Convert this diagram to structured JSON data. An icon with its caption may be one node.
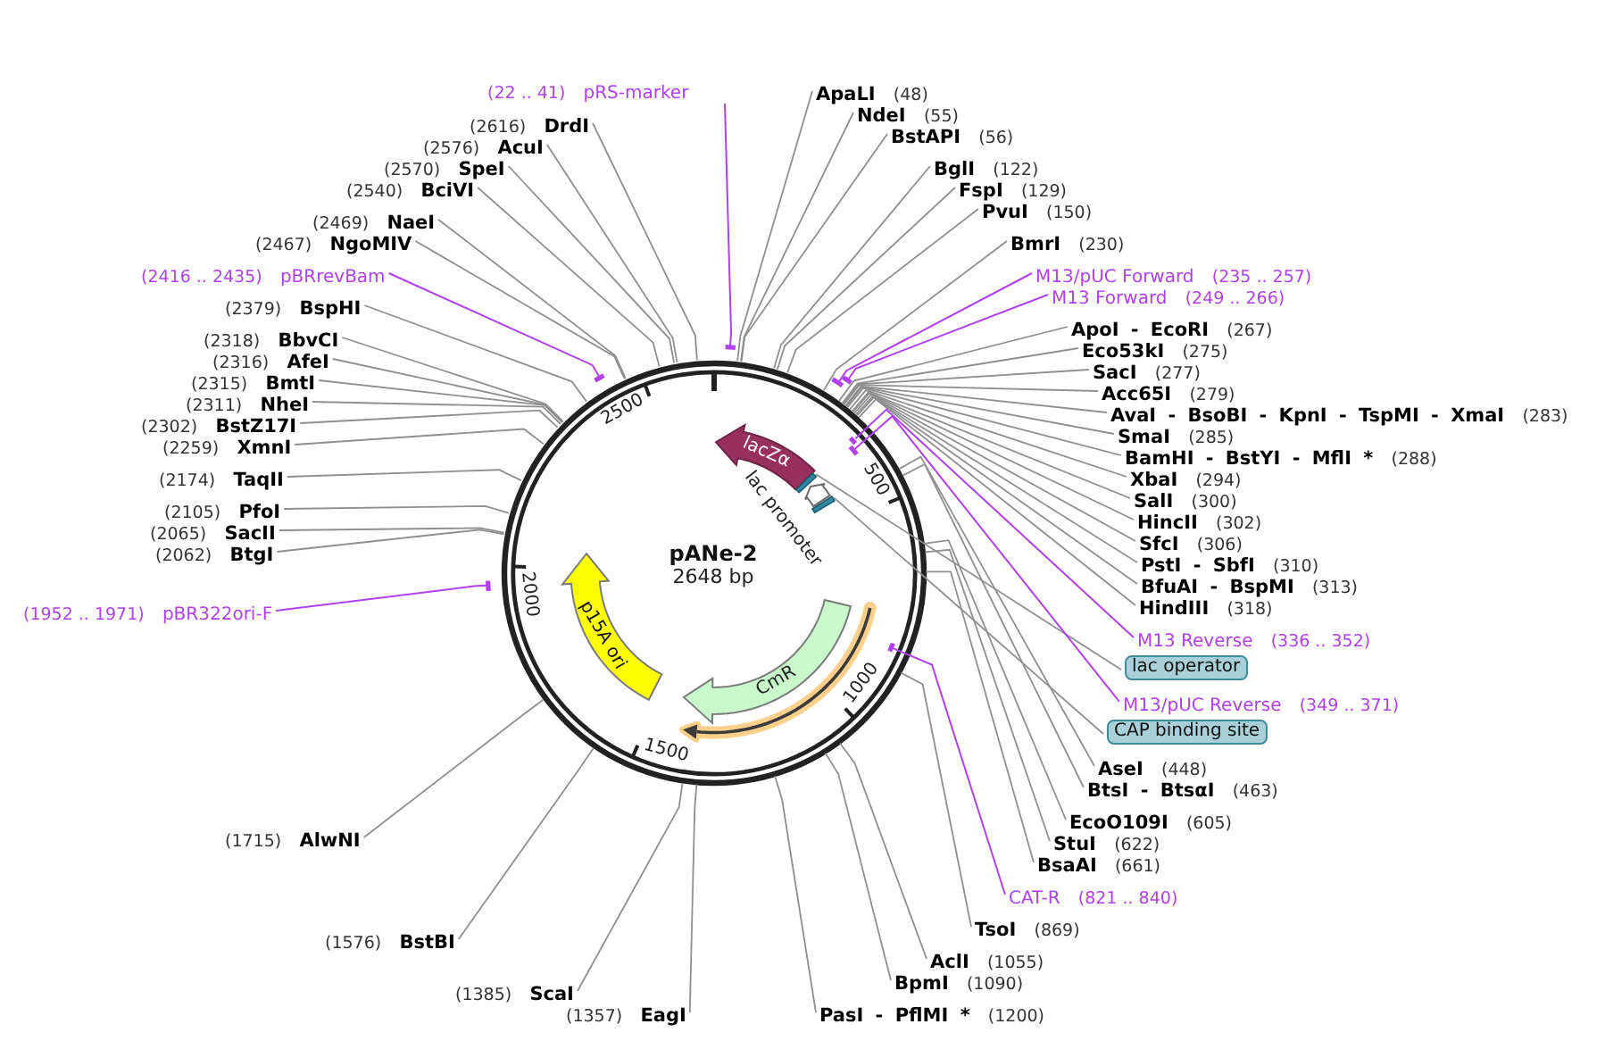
{
  "diagram": {
    "nodes": [
      {
        "text": [
          "pANe-2",
          "2648 bp"
        ]
      },
      {
        "text": [
          "lacZα"
        ],
        "in": 0
      },
      {
        "text": [],
        "shape": "arrow",
        "beside": [
          "lac promoter"
        ],
        "in": 0
      },
      {
        "text": [],
        "shape": "box",
        "in": 0
      },
      {
        "text": [],
        "shape": "box",
        "in": 0
      },
      {
        "text": [
          "CmR"
        ],
        "in": 0
      },
      {
        "text": [],
        "shape": "arrow",
        "in": 0
      },
      {
        "text": [
          "p15A ori"
        ],
        "in": 0
      },
      {
        "text": [
          "(22 .. 41)",
          "pRS-marker"
        ]
      },
      {
        "text": [],
        "shape": "bar"
      },
      {
        "text": [
          "ApaLI",
          "(48)"
        ]
      },
      {
        "text": [
          "NdeI",
          "(55)"
        ]
      },
      {
        "text": [
          "BstAPI",
          "(56)"
        ]
      },
      {
        "text": [
          "BglI",
          "(122)"
        ]
      },
      {
        "text": [
          "FspI",
          "(129)"
        ]
      },
      {
        "text": [
          "PvuI",
          "(150)"
        ]
      },
      {
        "text": [
          "BmrI",
          "(230)"
        ]
      },
      {
        "text": [
          "M13/pUC Forward",
          "(235 .. 257)"
        ]
      },
      {
        "text": [],
        "shape": "bar"
      },
      {
        "text": [
          "M13 Forward",
          "(249 .. 266)"
        ]
      },
      {
        "text": [],
        "shape": "bar"
      },
      {
        "text": [
          "ApoI - EcoRI",
          "(267)"
        ]
      },
      {
        "text": [
          "Eco53kI",
          "(275)"
        ]
      },
      {
        "text": [
          "SacI",
          "(277)"
        ]
      },
      {
        "text": [
          "Acc65I",
          "(279)"
        ]
      },
      {
        "text": [
          "AvaI - BsoBI - KpnI - TspMI - XmaI",
          "(283)"
        ]
      },
      {
        "text": [
          "SmaI",
          "(285)"
        ]
      },
      {
        "text": [
          "BamHI - BstYI - MflI *",
          "(288)"
        ]
      },
      {
        "text": [
          "XbaI",
          "(294)"
        ]
      },
      {
        "text": [
          "SalI",
          "(300)"
        ]
      },
      {
        "text": [
          "HincII",
          "(302)"
        ]
      },
      {
        "text": [
          "SfcI",
          "(306)"
        ]
      },
      {
        "text": [
          "PstI - SbfI",
          "(310)"
        ]
      },
      {
        "text": [
          "BfuAI - BspMI",
          "(313)"
        ]
      },
      {
        "text": [
          "HindIII",
          "(318)"
        ]
      },
      {
        "text": [
          "M13 Reverse",
          "(336 .. 352)"
        ]
      },
      {
        "text": [],
        "shape": "bar",
        "in": 0
      },
      {
        "text": [
          "lac operator"
        ]
      },
      {
        "text": [
          "M13/pUC Reverse",
          "(349 .. 371)"
        ]
      },
      {
        "text": [],
        "shape": "bar",
        "in": 0
      },
      {
        "text": [
          "CAP binding site"
        ]
      },
      {
        "text": [
          "AseI",
          "(448)"
        ]
      },
      {
        "text": [
          "BtsI - BtsαI",
          "(463)"
        ]
      },
      {
        "text": [
          "EcoO109I",
          "(605)"
        ]
      },
      {
        "text": [
          "StuI",
          "(622)"
        ]
      },
      {
        "text": [
          "BsaAI",
          "(661)"
        ]
      },
      {
        "text": [
          "CAT-R",
          "(821 .. 840)"
        ]
      },
      {
        "text": [],
        "shape": "bar",
        "in": 0
      },
      {
        "text": [
          "TsoI",
          "(869)"
        ]
      },
      {
        "text": [
          "AclI",
          "(1055)"
        ]
      },
      {
        "text": [
          "BpmI",
          "(1090)"
        ]
      },
      {
        "text": [
          "PasI - PflMI *",
          "(1200)"
        ]
      },
      {
        "text": [
          "(1357)",
          "EagI"
        ]
      },
      {
        "text": [
          "(1385)",
          "ScaI"
        ]
      },
      {
        "text": [
          "(1576)",
          "BstBI"
        ]
      },
      {
        "text": [
          "(1715)",
          "AlwNI"
        ]
      },
      {
        "text": [
          "(1952 .. 1971)",
          "pBR322ori-F"
        ]
      },
      {
        "text": [],
        "shape": "bar"
      },
      {
        "text": [
          "(2062)",
          "BtgI"
        ]
      },
      {
        "text": [
          "(2065)",
          "SacII"
        ]
      },
      {
        "text": [
          "(2105)",
          "PfoI"
        ]
      },
      {
        "text": [
          "(2174)",
          "TaqII"
        ]
      },
      {
        "text": [
          "(2259)",
          "XmnI"
        ]
      },
      {
        "text": [
          "(2302)",
          "BstZ17I"
        ]
      },
      {
        "text": [
          "(2311)",
          "NheI"
        ]
      },
      {
        "text": [
          "(2315)",
          "BmtI"
        ]
      },
      {
        "text": [
          "(2316)",
          "AfeI"
        ]
      },
      {
        "text": [
          "(2318)",
          "BbvCI"
        ]
      },
      {
        "text": [
          "(2379)",
          "BspHI"
        ]
      },
      {
        "text": [
          "(2416 .. 2435)",
          "pBRrevBam"
        ]
      },
      {
        "text": [],
        "shape": "bar"
      },
      {
        "text": [
          "(2467)",
          "NgoMIV"
        ]
      },
      {
        "text": [
          "(2469)",
          "NaeI"
        ]
      },
      {
        "text": [
          "(2540)",
          "BciVI"
        ]
      },
      {
        "text": [
          "(2570)",
          "SpeI"
        ]
      },
      {
        "text": [
          "(2576)",
          "AcuI"
        ]
      },
      {
        "text": [
          "(2616)",
          "DrdI"
        ]
      }
    ],
    "edges": [
      {
        "from": 8,
        "to": 9,
        "arrow": "none",
        "color": "#b040f0"
      },
      {
        "from": 10,
        "to": 0,
        "arrow": "none"
      },
      {
        "from": 11,
        "to": 0,
        "arrow": "none"
      },
      {
        "from": 12,
        "to": 0,
        "arrow": "none"
      },
      {
        "from": 13,
        "to": 0,
        "arrow": "none"
      },
      {
        "from": 14,
        "to": 0,
        "arrow": "none"
      },
      {
        "from": 15,
        "to": 0,
        "arrow": "none"
      },
      {
        "from": 16,
        "to": 0,
        "arrow": "none"
      },
      {
        "from": 17,
        "to": 18,
        "arrow": "none",
        "color": "#b040f0"
      },
      {
        "from": 19,
        "to": 20,
        "arrow": "none",
        "color": "#b040f0"
      },
      {
        "from": 21,
        "to": 0,
        "arrow": "none"
      },
      {
        "from": 22,
        "to": 0,
        "arrow": "none"
      },
      {
        "from": 23,
        "to": 0,
        "arrow": "none"
      },
      {
        "from": 24,
        "to": 0,
        "arrow": "none"
      },
      {
        "from": 25,
        "to": 0,
        "arrow": "none"
      },
      {
        "from": 26,
        "to": 0,
        "arrow": "none"
      },
      {
        "from": 27,
        "to": 0,
        "arrow": "none"
      },
      {
        "from": 28,
        "to": 0,
        "arrow": "none"
      },
      {
        "from": 29,
        "to": 0,
        "arrow": "none"
      },
      {
        "from": 30,
        "to": 0,
        "arrow": "none"
      },
      {
        "from": 31,
        "to": 0,
        "arrow": "none"
      },
      {
        "from": 32,
        "to": 0,
        "arrow": "none"
      },
      {
        "from": 33,
        "to": 0,
        "arrow": "none"
      },
      {
        "from": 34,
        "to": 0,
        "arrow": "none"
      },
      {
        "from": 35,
        "to": 36,
        "arrow": "none",
        "color": "#b040f0"
      },
      {
        "from": 37,
        "to": 3,
        "arrow": "none"
      },
      {
        "from": 38,
        "to": 39,
        "arrow": "none",
        "color": "#b040f0"
      },
      {
        "from": 40,
        "to": 4,
        "arrow": "none"
      },
      {
        "from": 41,
        "to": 0,
        "arrow": "none"
      },
      {
        "from": 42,
        "to": 0,
        "arrow": "none"
      },
      {
        "from": 43,
        "to": 0,
        "arrow": "none"
      },
      {
        "from": 44,
        "to": 0,
        "arrow": "none"
      },
      {
        "from": 45,
        "to": 0,
        "arrow": "none"
      },
      {
        "from": 46,
        "to": 47,
        "arrow": "none",
        "color": "#b040f0"
      },
      {
        "from": 48,
        "to": 0,
        "arrow": "none"
      },
      {
        "from": 49,
        "to": 0,
        "arrow": "none"
      },
      {
        "from": 50,
        "to": 0,
        "arrow": "none"
      },
      {
        "from": 51,
        "to": 0,
        "arrow": "none"
      },
      {
        "from": 52,
        "to": 0,
        "arrow": "none"
      },
      {
        "from": 53,
        "to": 0,
        "arrow": "none"
      },
      {
        "from": 54,
        "to": 0,
        "arrow": "none"
      },
      {
        "from": 55,
        "to": 0,
        "arrow": "none"
      },
      {
        "from": 56,
        "to": 57,
        "arrow": "none",
        "color": "#b040f0"
      },
      {
        "from": 58,
        "to": 0,
        "arrow": "none"
      },
      {
        "from": 59,
        "to": 0,
        "arrow": "none"
      },
      {
        "from": 60,
        "to": 0,
        "arrow": "none"
      },
      {
        "from": 61,
        "to": 0,
        "arrow": "none"
      },
      {
        "from": 62,
        "to": 0,
        "arrow": "none"
      },
      {
        "from": 63,
        "to": 0,
        "arrow": "none"
      },
      {
        "from": 64,
        "to": 0,
        "arrow": "none"
      },
      {
        "from": 65,
        "to": 0,
        "arrow": "none"
      },
      {
        "from": 66,
        "to": 0,
        "arrow": "none"
      },
      {
        "from": 67,
        "to": 0,
        "arrow": "none"
      },
      {
        "from": 68,
        "to": 0,
        "arrow": "none"
      },
      {
        "from": 69,
        "to": 70,
        "arrow": "none",
        "color": "#b040f0"
      },
      {
        "from": 71,
        "to": 0,
        "arrow": "none"
      },
      {
        "from": 72,
        "to": 0,
        "arrow": "none"
      },
      {
        "from": 73,
        "to": 0,
        "arrow": "none"
      },
      {
        "from": 74,
        "to": 0,
        "arrow": "none"
      },
      {
        "from": 75,
        "to": 0,
        "arrow": "none"
      },
      {
        "from": 76,
        "to": 0,
        "arrow": "none"
      }
    ],
    "labels": [
      "500",
      "1000",
      "1500",
      "2000",
      "2500"
    ]
  }
}
